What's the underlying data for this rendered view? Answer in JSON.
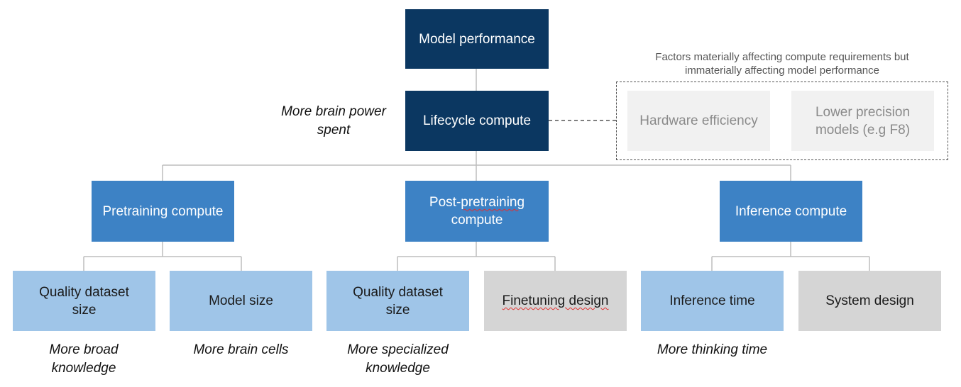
{
  "top": {
    "label": "Model performance"
  },
  "lifecycle": {
    "label": "Lifecycle compute",
    "note": "More brain power spent"
  },
  "factors": {
    "caption": "Factors materially affecting compute requirements but immaterially affecting model performance",
    "items": [
      "Hardware efficiency",
      "Lower precision models (e.g F8)"
    ]
  },
  "branches": [
    {
      "label": "Pretraining compute",
      "children": [
        {
          "label": "Quality dataset size",
          "note": "More broad knowledge"
        },
        {
          "label": "Model size",
          "note": "More brain cells"
        }
      ]
    },
    {
      "label_prefix": "Post-",
      "label_squiggle": "pretraining",
      "label_suffix": " compute",
      "children": [
        {
          "label": "Quality dataset size",
          "note": "More specialized knowledge"
        },
        {
          "label": "Finetuning design",
          "note": ""
        }
      ]
    },
    {
      "label": "Inference compute",
      "children": [
        {
          "label": "Inference time",
          "note": "More thinking time"
        },
        {
          "label": "System design",
          "note": ""
        }
      ]
    }
  ]
}
